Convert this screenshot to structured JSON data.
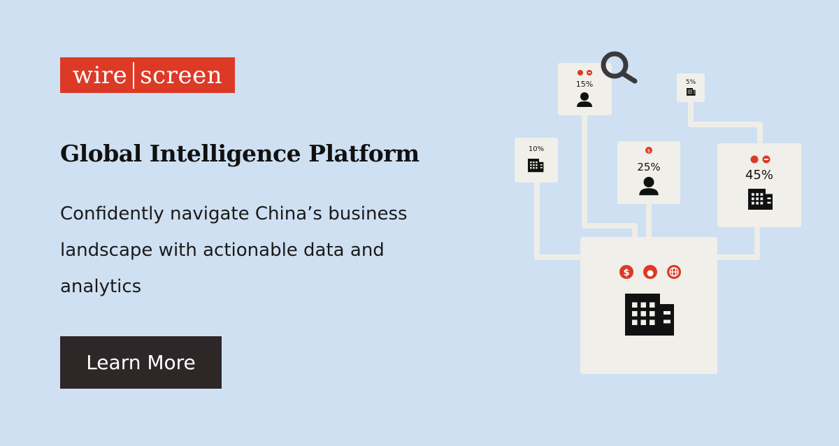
{
  "brand": {
    "left": "wire",
    "right": "screen",
    "color": "#dc3a27"
  },
  "headline": "Global Intelligence Platform",
  "subtitle": "Confidently navigate China’s business landscape with actionable data and analytics",
  "cta": {
    "label": "Learn More"
  },
  "diagram": {
    "nodes": [
      {
        "label": "15%",
        "icon": "person-icon",
        "badges": [
          "check-icon",
          "minus-icon"
        ]
      },
      {
        "label": "5%",
        "icon": "building-icon",
        "badges": []
      },
      {
        "label": "10%",
        "icon": "building-icon",
        "badges": []
      },
      {
        "label": "25%",
        "icon": "person-icon",
        "badges": [
          "dollar-icon"
        ]
      },
      {
        "label": "45%",
        "icon": "building-icon",
        "badges": [
          "check-icon",
          "minus-icon"
        ]
      }
    ],
    "central_badges": [
      "dollar-icon",
      "apple-icon",
      "globe-icon"
    ],
    "accent": "#dc3a27",
    "card_color": "#f0efe9"
  }
}
